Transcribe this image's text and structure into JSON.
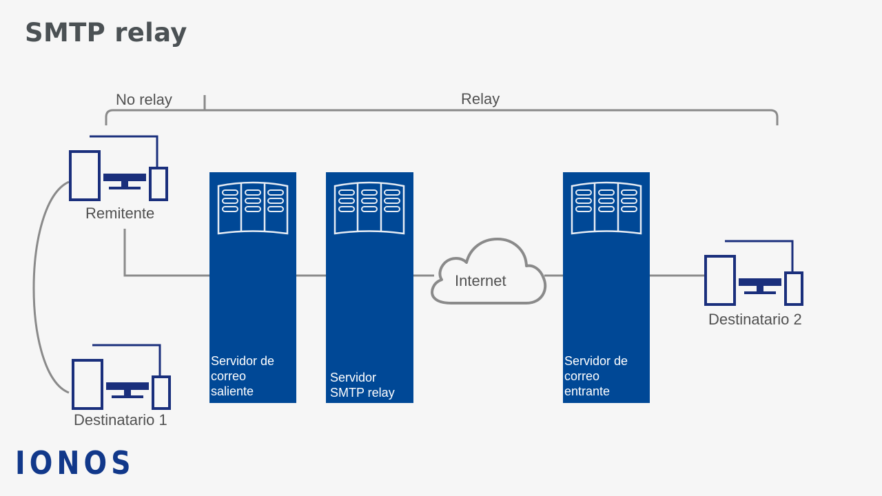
{
  "title": "SMTP relay",
  "brackets": {
    "no_relay": "No relay",
    "relay": "Relay"
  },
  "devices": {
    "sender": "Remitente",
    "recipient_1": "Destinatario 1",
    "recipient_2": "Destinatario 2"
  },
  "servers": {
    "outgoing": [
      "Servidor de",
      "correo",
      "saliente"
    ],
    "relay": [
      "Servidor",
      "SMTP relay"
    ],
    "incoming": [
      "Servidor de",
      "correo",
      "entrante"
    ]
  },
  "cloud_label": "Internet",
  "logo": "IONOS",
  "colors": {
    "server_blue": "#004896",
    "device_navy": "#1a2f7c",
    "line_gray": "#8a8a8a",
    "text_gray": "#505050"
  }
}
